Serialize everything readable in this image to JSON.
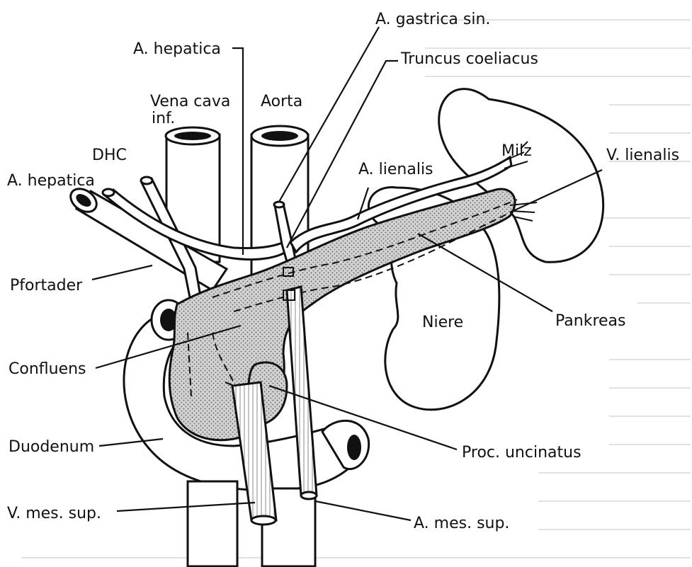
{
  "labels": {
    "a_hepatica_top": "A. hepatica",
    "a_gastrica_sin": "A. gastrica sin.",
    "truncus_coeliacus": "Truncus coeliacus",
    "vena_cava_inf_1": "Vena cava",
    "vena_cava_inf_2": "inf.",
    "aorta": "Aorta",
    "milz": "Milz",
    "v_lienalis": "V. lienalis",
    "dhc": "DHC",
    "a_lienalis": "A. lienalis",
    "a_hepatica_left": "A. hepatica",
    "pfortader": "Pfortader",
    "niere": "Niere",
    "pankreas": "Pankreas",
    "confluens": "Confluens",
    "duodenum": "Duodenum",
    "proc_uncinatus": "Proc. uncinatus",
    "v_mes_sup": "V. mes. sup.",
    "a_mes_sup": "A. mes. sup."
  },
  "colors": {
    "ink": "#111111",
    "pancreas_fill": "#d2d2d2",
    "background": "#ffffff"
  }
}
